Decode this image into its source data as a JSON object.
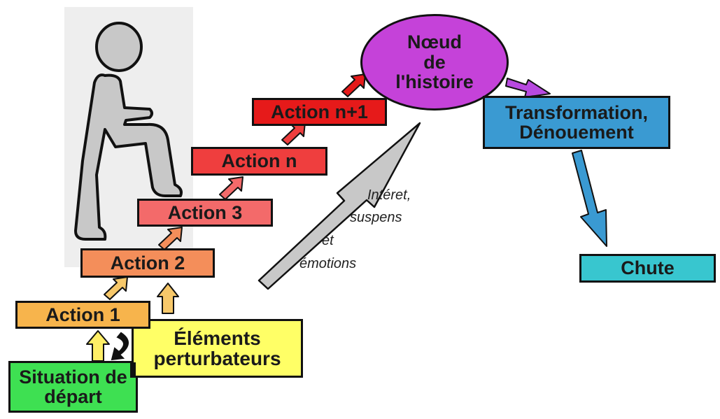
{
  "steps": {
    "situation": "Situation de départ",
    "elements": "Éléments perturbateurs",
    "action1": "Action 1",
    "action2": "Action 2",
    "action3": "Action 3",
    "actionn": "Action n",
    "actionn1": "Action n+1"
  },
  "node": {
    "line1": "Nœud",
    "line2": "de",
    "line3": "l'histoire"
  },
  "outcome": {
    "transformation": "Transformation, Dénouement",
    "chute": "Chute"
  },
  "tension": {
    "line1": "Intéret,",
    "line2": "suspens",
    "line3": "et",
    "line4": "émotions"
  },
  "colors": {
    "situation": "#3ee052",
    "elements": "#ffff66",
    "action1": "#f7b44c",
    "action2": "#f48e5a",
    "action3": "#f36a6a",
    "actionn": "#ef3e3e",
    "actionn1": "#e61a1a",
    "node": "#c542d9",
    "transformation": "#3a9ad2",
    "chute": "#38c6cf"
  },
  "icons": [
    "person-climbing-icon",
    "up-arrow-icon",
    "tension-arrow-icon",
    "purple-arrow-icon",
    "blue-down-arrow-icon"
  ]
}
